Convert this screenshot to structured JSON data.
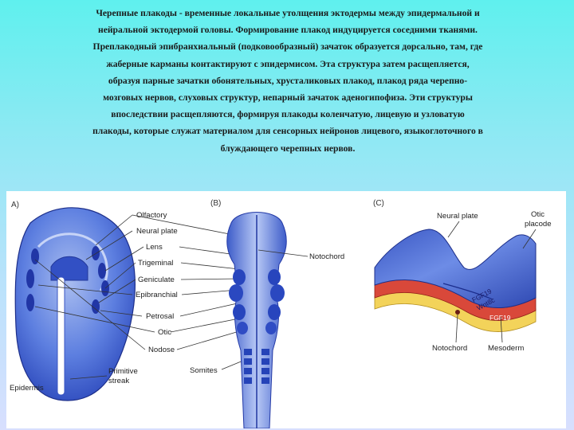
{
  "text": {
    "lines": [
      "Черепные плакоды  - временные локальные утолщения эктодермы между  эпидермальной и",
      "нейральной эктодермой головы.  Формирование плакод индуцируется соседними тканями.",
      "Преплакодный эпибранхиальный (подковообразный)  зачаток образуется дорсально, там, где",
      "жаберные карманы контактируют с эпидермисом. Эта структура затем расщепляется,",
      "образуя парные зачатки  обонятельных, хрусталиковых плакод, плакод  ряда черепно-",
      "мозговых нервов, слуховых  структур, непарный зачаток аденогипофиза.  Эти структуры",
      "впоследствии  расщепляются,  формируя плакоды  коленчатую, лицевую  и узловатую",
      "плакоды, которые служат материалом для сенсорных нейронов лицевого, языкоглоточного в",
      "блуждающего черепных нервов."
    ]
  },
  "figure": {
    "panels": {
      "a": "A)",
      "b": "(B)",
      "c": "(C)"
    },
    "labels": {
      "olfactory": "Olfactory",
      "neural_plate": "Neural plate",
      "lens": "Lens",
      "trigeminal": "Trigeminal",
      "geniculate": "Geniculate",
      "epibranchial": "Epibranchial",
      "petrosal": "Petrosal",
      "otic": "Otic",
      "nodose": "Nodose",
      "somites": "Somites",
      "primitive_streak_1": "Primitive",
      "primitive_streak_2": "streak",
      "epidermis": "Epidermis",
      "notochord_b": "Notochord",
      "neural_plate_c": "Neural plate",
      "otic_placode_1": "Otic",
      "otic_placode_2": "placode",
      "fgf19_top_1": "FGF19",
      "fgf19_top_2": "Wnt8c",
      "fgf19_bottom": "FGF19",
      "notochord_c": "Notochord",
      "mesoderm": "Mesoderm"
    },
    "colors": {
      "blue_dark": "#2743b8",
      "blue_mid": "#4f6fd6",
      "blue_light": "#a9bdf0",
      "red_layer": "#d9483a",
      "yellow_layer": "#f3d35a"
    }
  }
}
